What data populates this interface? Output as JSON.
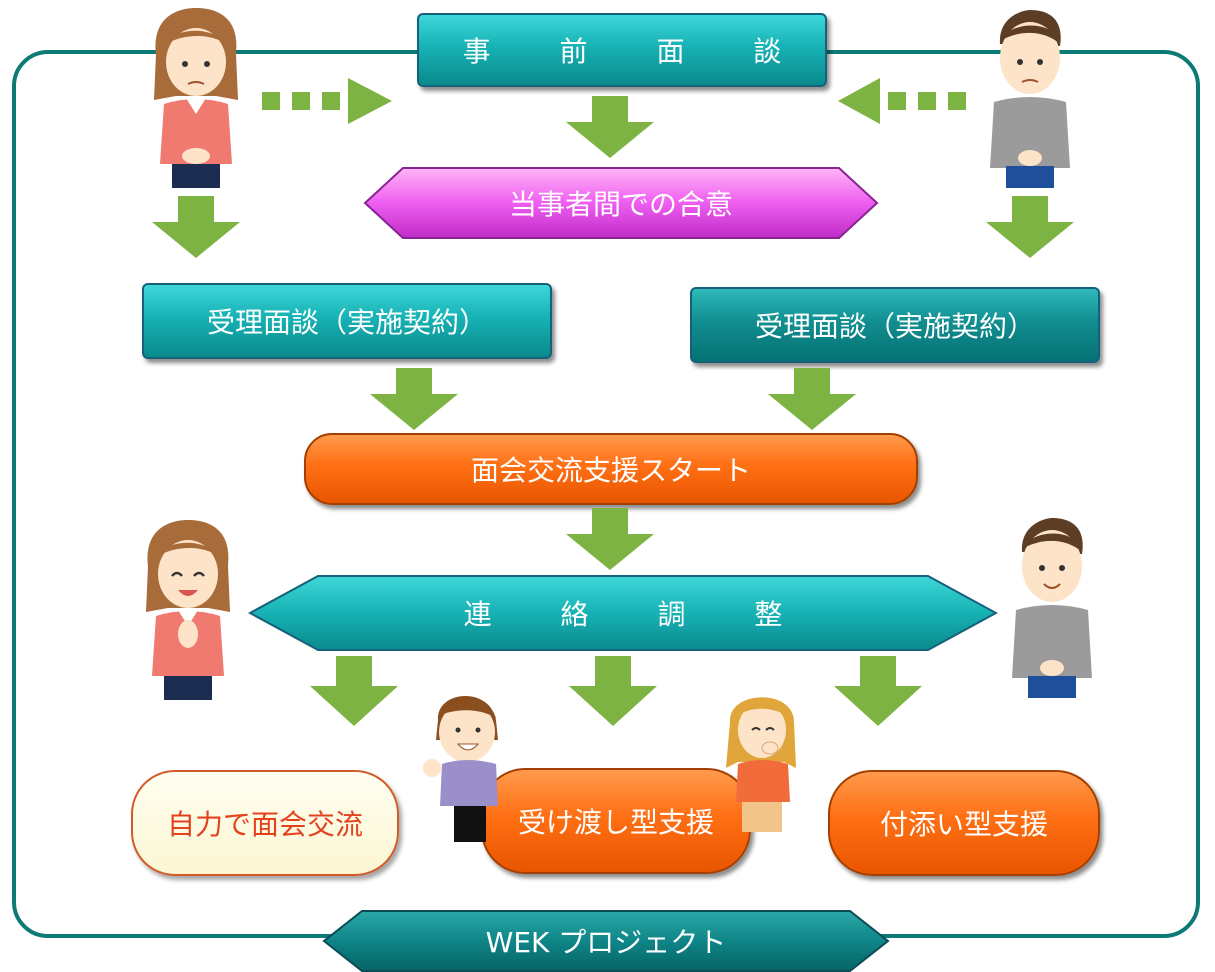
{
  "colors": {
    "frame": "#0e7a78",
    "teal": "#17b2b5",
    "orange": "#ff6f14",
    "pink": "#ee5ef0",
    "arrow_green": "#7cb342",
    "cream": "#fbf6d2"
  },
  "steps": {
    "pre_interview": "事 前 面 談",
    "agreement": "当事者間での合意",
    "intake_left": "受理面談（実施契約）",
    "intake_right": "受理面談（実施契約）",
    "start": "面会交流支援スタート",
    "coordination": "連 絡 調 整"
  },
  "outcomes": {
    "self": "自力で面会交流",
    "handover": "受け渡し型支援",
    "attended": "付添い型支援"
  },
  "footer": "WEK プロジェクト",
  "people": [
    "mother-worried-icon",
    "father-worried-icon",
    "mother-happy-icon",
    "father-happy-icon",
    "boy-child-icon",
    "girl-child-icon"
  ]
}
